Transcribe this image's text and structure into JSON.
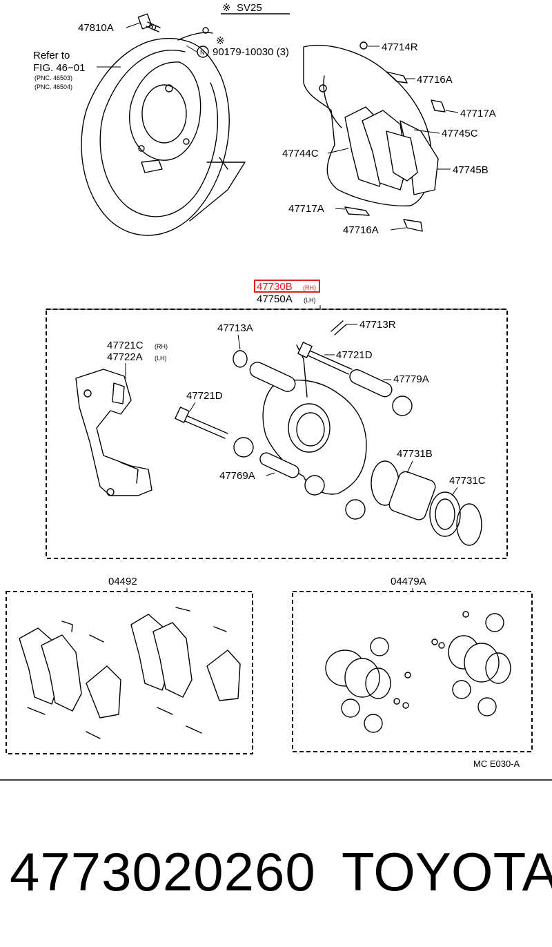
{
  "header": {
    "note_symbol": "※",
    "variant": "SV25"
  },
  "brake_plate": {
    "bolt_label": "47810A",
    "refer_line1": "Refer to",
    "refer_line2": "FIG. 46−01",
    "pnc1": "(PNC. 46503)",
    "pnc2": "(PNC. 46504)",
    "note_mark": "※",
    "n_symbol": "N",
    "n_part": "90179-10030 (3)"
  },
  "pads": {
    "l_47714R": "47714R",
    "l_47716A_top": "47716A",
    "l_47717A_top": "47717A",
    "l_47745C": "47745C",
    "l_47744C": "47744C",
    "l_47745B": "47745B",
    "l_47717A_bot": "47717A",
    "l_47716A_bot": "47716A"
  },
  "caliper": {
    "highlight_main": "47730B",
    "highlight_suffix": "(RH)",
    "alt_main": "47750A",
    "alt_suffix": "(LH)",
    "l_47713A": "47713A",
    "l_47713R": "47713R",
    "l_47721C": "47721C",
    "l_47721C_suffix": "(RH)",
    "l_47722A": "47722A",
    "l_47722A_suffix": "(LH)",
    "l_47721D_right": "47721D",
    "l_47779A": "47779A",
    "l_47721D_left": "47721D",
    "l_47731B": "47731B",
    "l_47769A": "47769A",
    "l_47731C": "47731C"
  },
  "kits": {
    "left_label": "04492",
    "right_label": "04479A",
    "code": "MC  E030-A"
  },
  "footer": {
    "part_number": "4773020260",
    "brand": "TOYOTA"
  },
  "colors": {
    "highlight": "#e02020",
    "ink": "#000000"
  }
}
